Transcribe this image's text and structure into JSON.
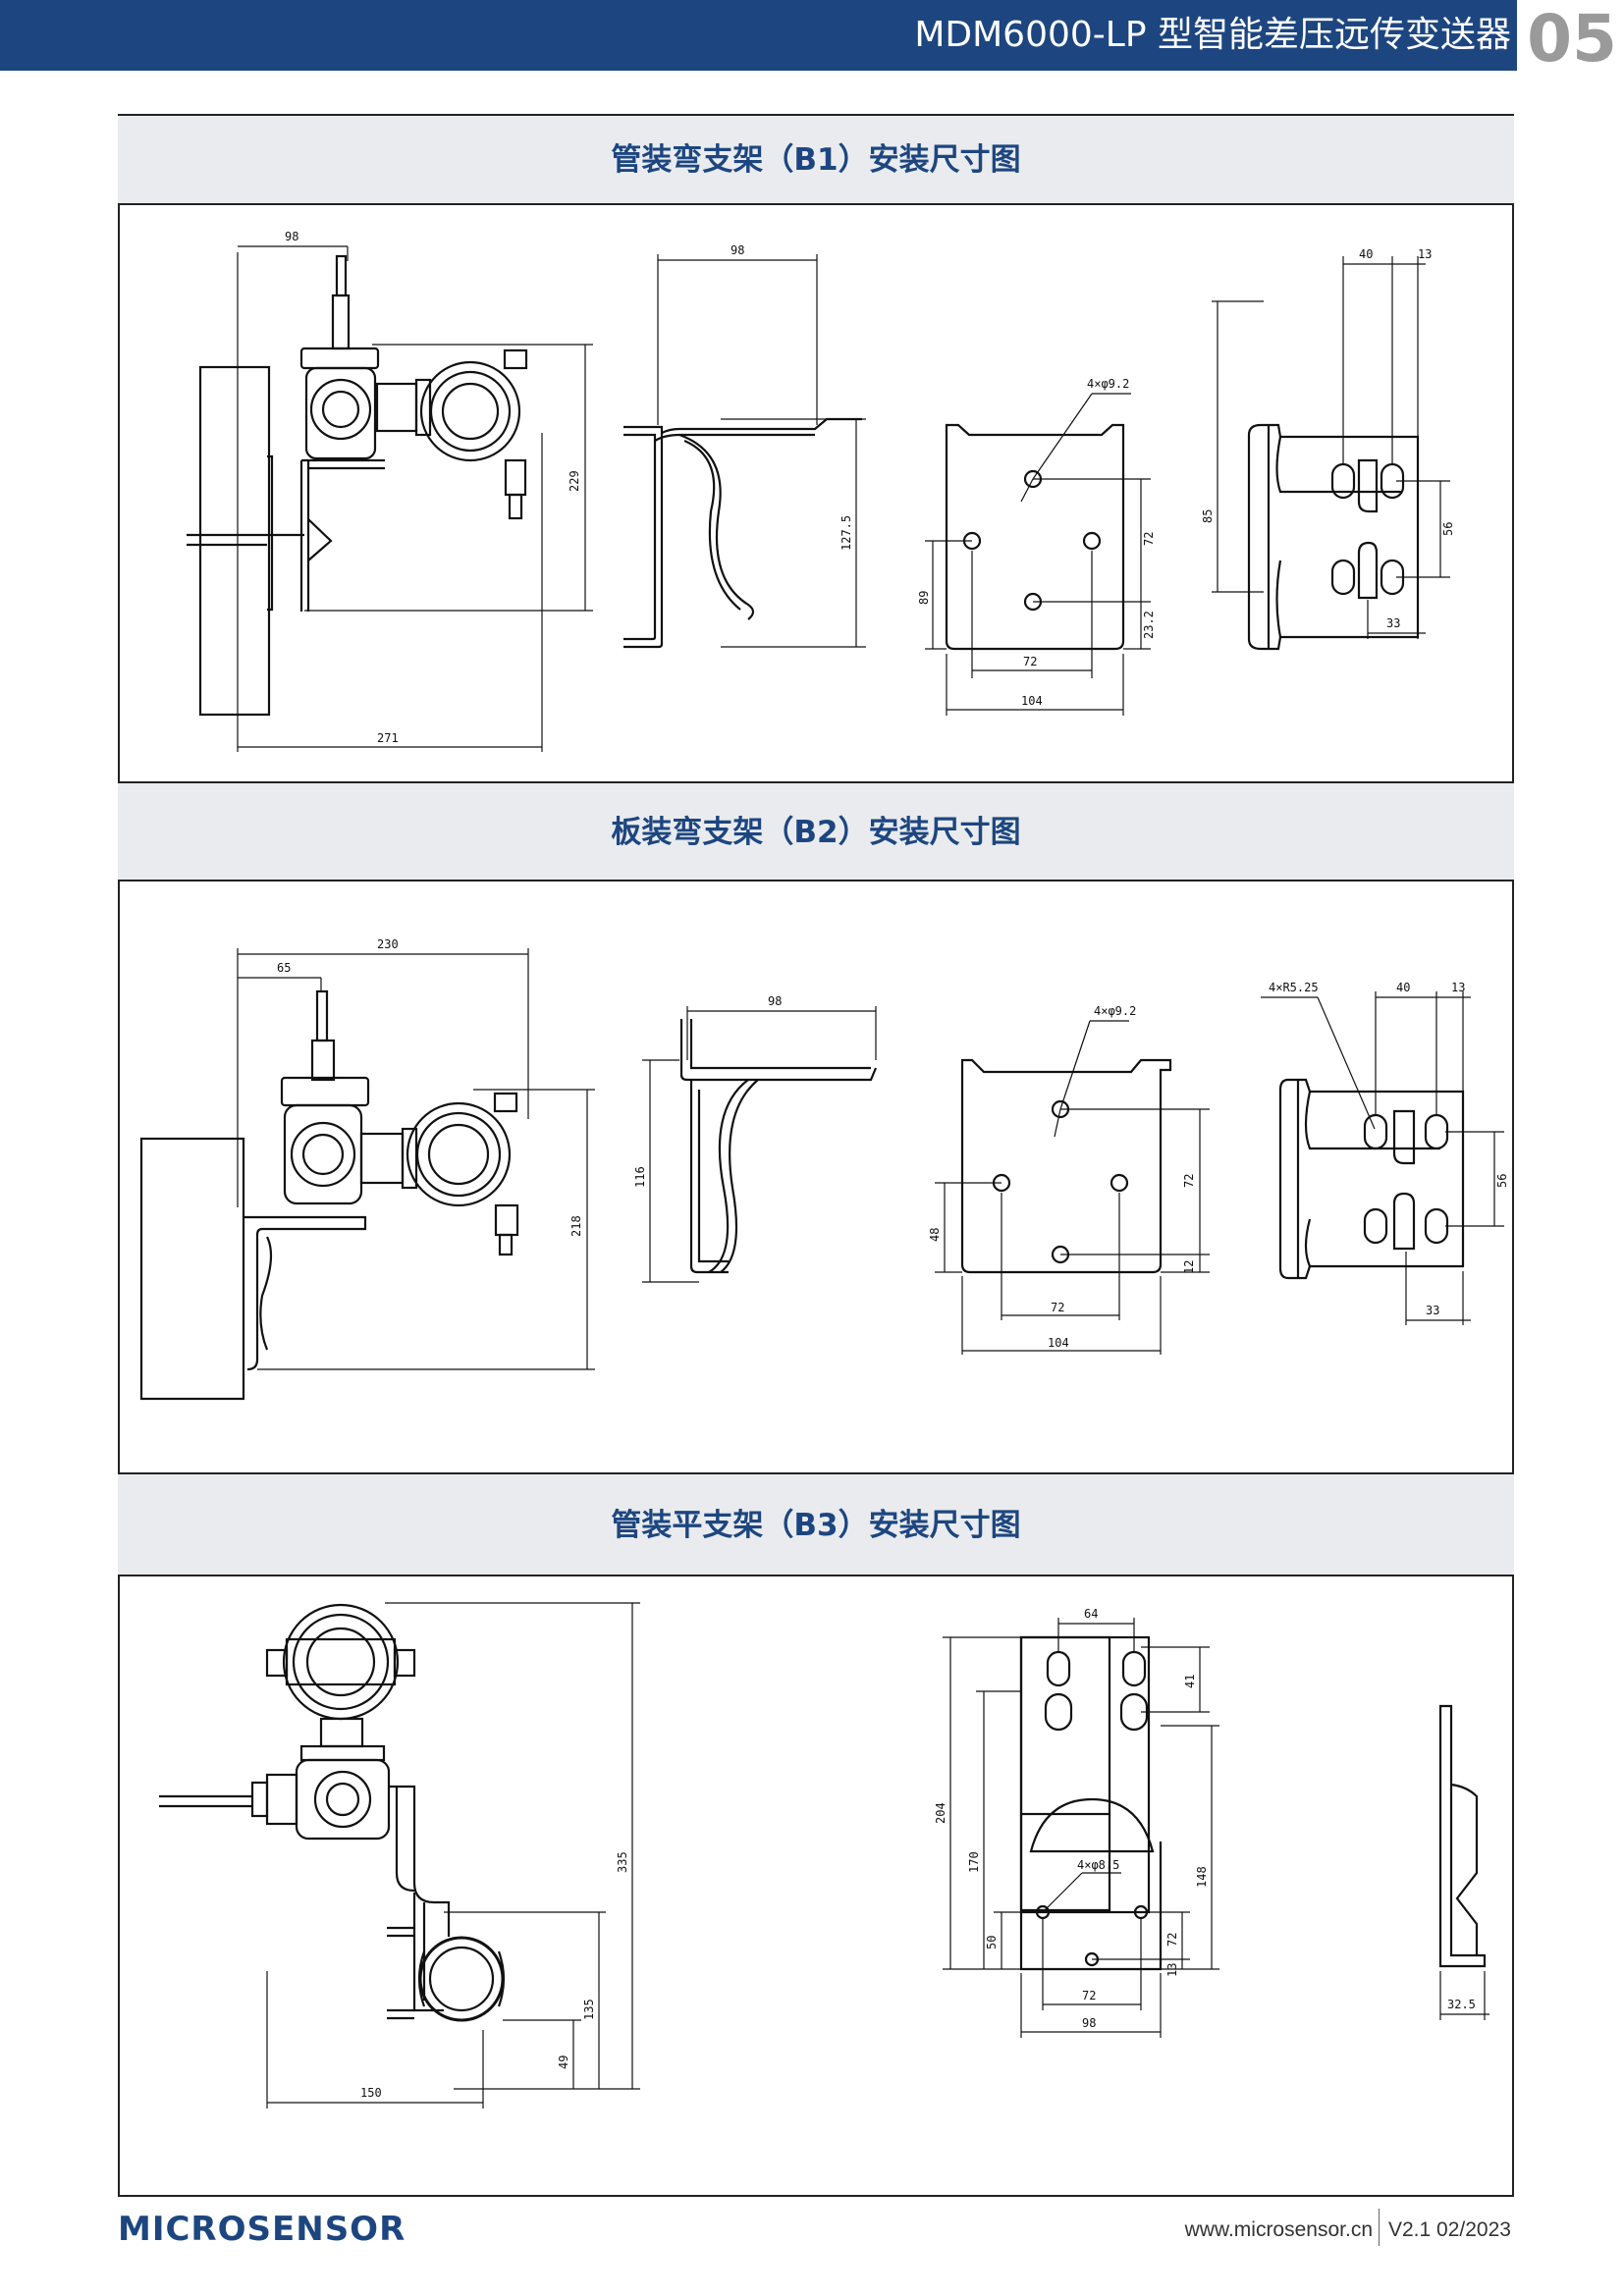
{
  "header": {
    "title": "MDM6000-LP 型智能差压远传变送器",
    "page_number": "05",
    "bar_color": "#1d4680"
  },
  "sections": [
    {
      "title": "管装弯支架（B1）安装尺寸图"
    },
    {
      "title": "板装弯支架（B2）安装尺寸图"
    },
    {
      "title": "管装平支架（B3）安装尺寸图"
    }
  ],
  "b1": {
    "side": {
      "d98": "98",
      "d229": "229",
      "d271": "271"
    },
    "bracket": {
      "d98": "98",
      "d127": "127.5"
    },
    "plate": {
      "holes": "4×φ9.2",
      "d72v": "72",
      "d89": "89",
      "d23": "23.2",
      "d72h": "72",
      "d104": "104"
    },
    "slot": {
      "d40": "40",
      "d13": "13",
      "d85": "85",
      "d56": "56",
      "d33": "33"
    }
  },
  "b2": {
    "side": {
      "d230": "230",
      "d65": "65",
      "d218": "218"
    },
    "bracket": {
      "d98": "98",
      "d116": "116"
    },
    "plate": {
      "holes": "4×φ9.2",
      "d72v": "72",
      "d48": "48",
      "d12": "12",
      "d72h": "72",
      "d104": "104"
    },
    "slot": {
      "holes": "4×R5.25",
      "d40": "40",
      "d13": "13",
      "d56": "56",
      "d33": "33"
    }
  },
  "b3": {
    "side": {
      "d335": "335",
      "d135": "135",
      "d49": "49",
      "d150": "150"
    },
    "plate": {
      "d64": "64",
      "d41": "41",
      "d204": "204",
      "d170": "170",
      "d148": "148",
      "holes": "4×φ8.5",
      "d72v": "72",
      "d50": "50",
      "d13": "13",
      "d72h": "72",
      "d98": "98"
    },
    "edge": {
      "d32": "32.5"
    }
  },
  "footer": {
    "brand": "MICROSENSOR",
    "url": "www.microsensor.cn",
    "version": "V2.1 02/2023"
  }
}
